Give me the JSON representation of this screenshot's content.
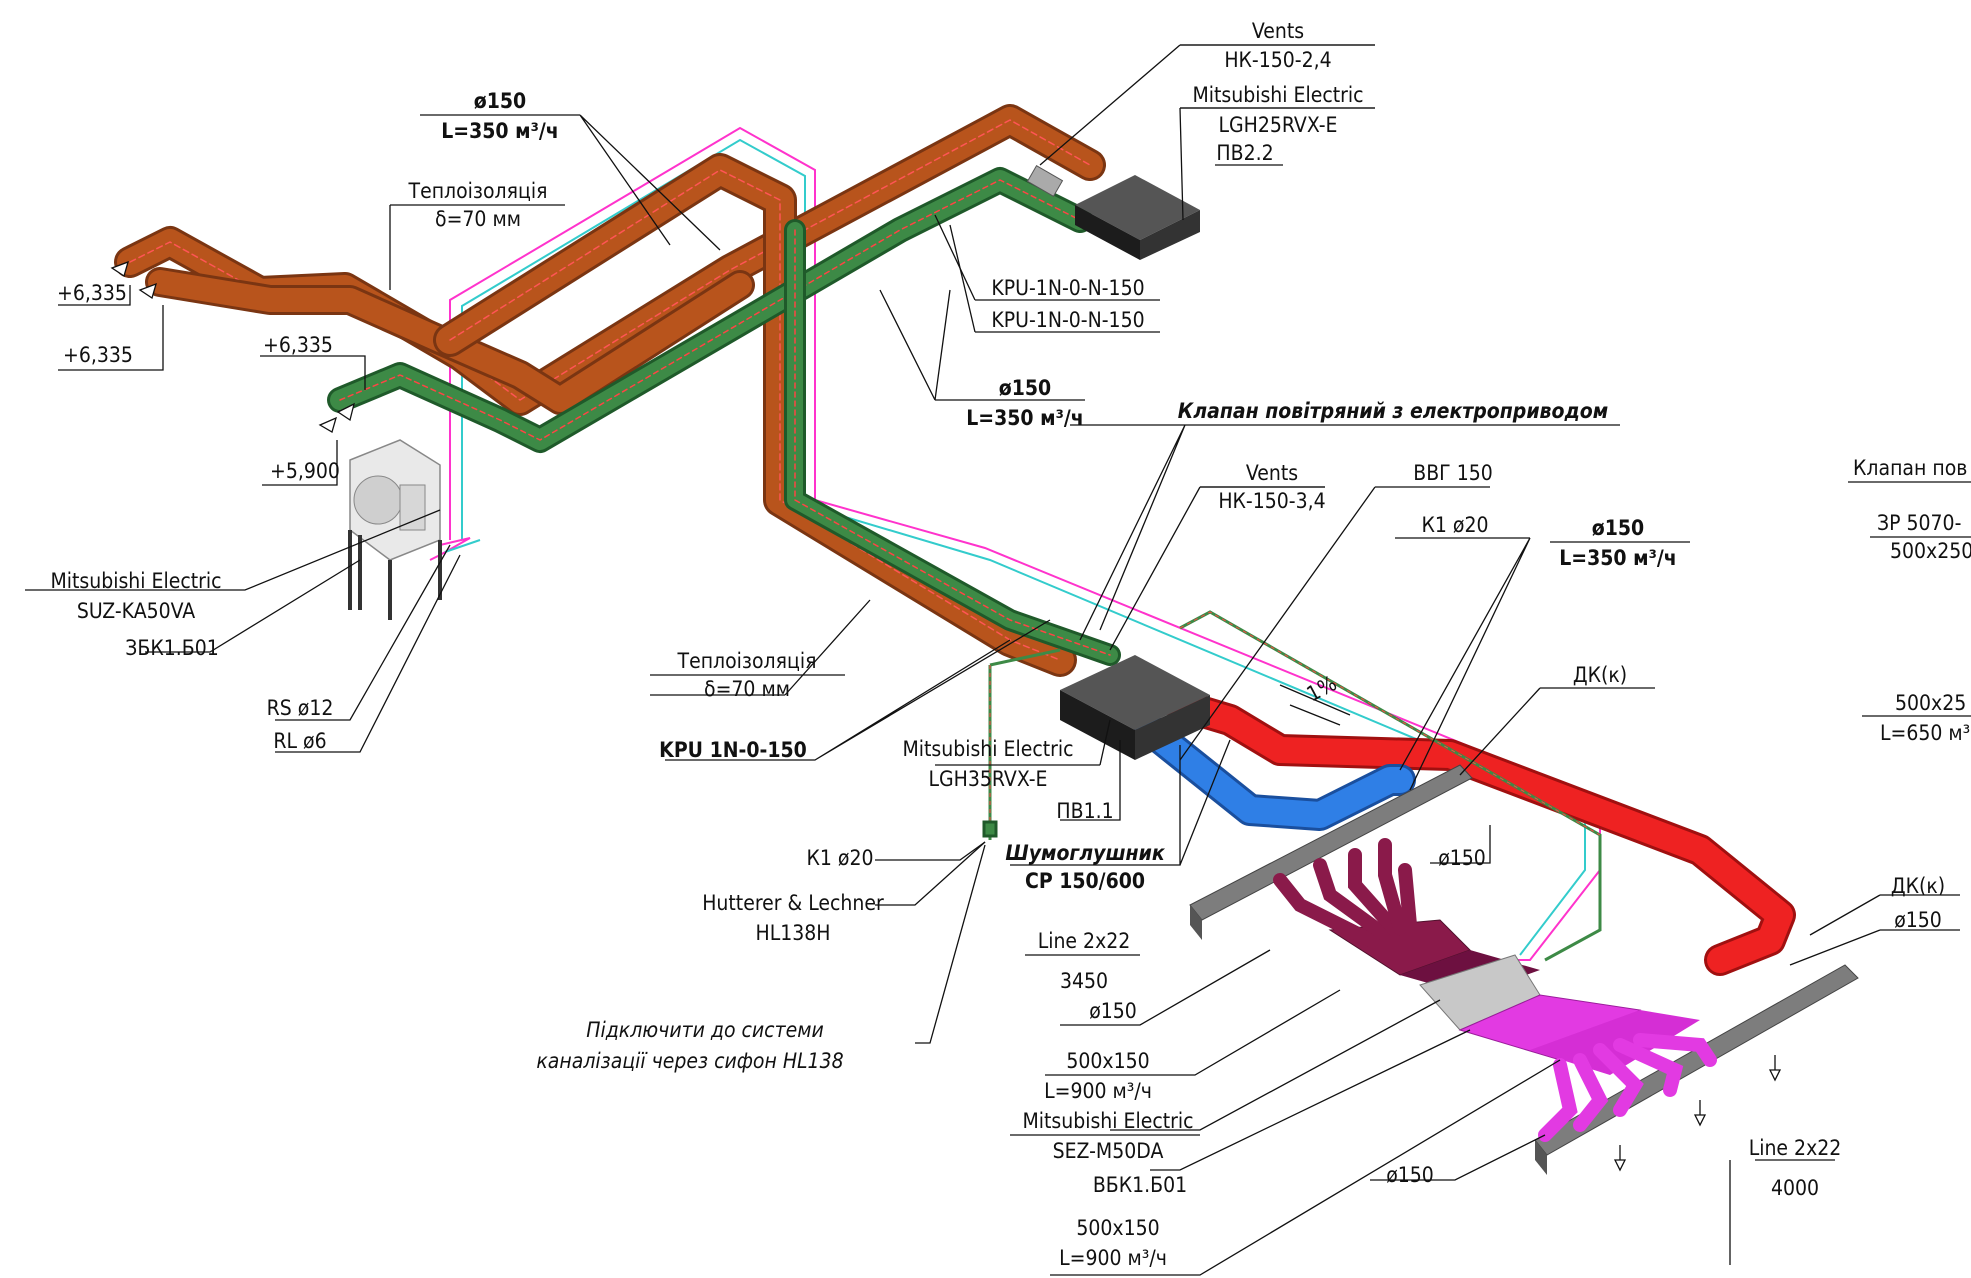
{
  "labels": {
    "vents_top": "Vents",
    "hk_150_24": "НК-150-2,4",
    "mitsubishi_top": "Mitsubishi Electric",
    "lgh25": "LGH25RVX-E",
    "pv22": "ПВ2.2",
    "d150_top_a": "ø150",
    "flow_top_a": "L=350 м³/ч",
    "insul_top": "Теплоізоляція",
    "insul_top_d": "δ=70 мм",
    "elev_1": "+6,335",
    "elev_2": "+6,335",
    "elev_3": "+6,335",
    "elev_4": "+5,900",
    "kpu_1": "KPU-1N-0-N-150",
    "kpu_2": "KPU-1N-0-N-150",
    "d150_top_b": "ø150",
    "flow_top_b": "L=350 м³/ч",
    "valve_title": "Клапан повітряний з електроприводом",
    "vents_mid": "Vents",
    "hk_150_34": "НК-150-3,4",
    "vvg": "ВВГ 150",
    "k1_top": "К1 ø20",
    "d150_mid": "ø150",
    "flow_mid": "L=350 м³/ч",
    "mitsubishi_outdoor": "Mitsubishi Electric",
    "suz": "SUZ-KA50VA",
    "zbk": "ЗБК1.Б01",
    "rs": "RS ø12",
    "rl": "RL ø6",
    "insul_mid": "Теплоізоляція",
    "insul_mid_d": "δ=70 мм",
    "kpu_bold": "KPU 1N-0-150",
    "mitsubishi_mid": "Mitsubishi Electric",
    "lgh35": "LGH35RVX-E",
    "pv11": "ПВ1.1",
    "silencer": "Шумоглушник",
    "silencer_model": "СР 150/600",
    "dk_top": "ДК(к)",
    "slope": "1%",
    "d150_silencer": "ø150",
    "k1_bottom": "К1 ø20",
    "hutterer": "Hutterer & Lechner",
    "hl138h": "HL138H",
    "drain_note_1": "Підключити до системи",
    "drain_note_2": "каналізації через сифон HL138",
    "line_a": "Line 2x22",
    "line_a_len": "3450",
    "d150_left": "ø150",
    "duct_a": "500x150",
    "flow_a": "L=900 м³/ч",
    "mitsubishi_ducted": "Mitsubishi Electric",
    "sez": "SEZ-M50DA",
    "vbk": "ВБК1.Б01",
    "duct_b": "500x150",
    "flow_b": "L=900 м³/ч",
    "d150_bottom": "ø150",
    "line_b": "Line 2x22",
    "line_b_len": "4000",
    "dk_right": "ДК(к)",
    "d150_right": "ø150",
    "cut_valve": "Клапан пов",
    "cut_zr": "ЗР 5070-",
    "cut_size1": "500x250",
    "cut_size2": "500x25",
    "cut_flow": "L=650 м³"
  },
  "colors": {
    "supply_duct": "#b8541c",
    "supply_duct_dark": "#7a3512",
    "exhaust_duct": "#3d8a46",
    "red_duct": "#ee2222",
    "blue_duct": "#2f7fe6",
    "magenta_plenum": "#e23ae2",
    "maroon_plenum": "#8a1a4a",
    "grille": "#7d7d7d",
    "unit": "#2b2b2b",
    "pink_line": "#ff33cc",
    "cyan_line": "#33cccc"
  }
}
